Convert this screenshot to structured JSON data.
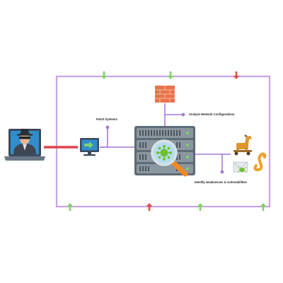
{
  "labels": {
    "patch_systems": "Patch Systems",
    "analyze_network": "Analyze Network Configurations",
    "identify_weaknesses": "Identify weaknesses & vulnerabilities"
  },
  "colors": {
    "network_line": "#c9a3e6",
    "connector_line": "#a37bd2",
    "attack_line": "#e0424f",
    "arrow_up_green": "#7ed36a",
    "arrow_down_red": "#e24a4a",
    "firewall": "#e8734a",
    "server_body": "#7c8790",
    "virus": "#6fc22f",
    "magnifier_handle": "#f08a24",
    "trojan_horse": "#e0952c",
    "worm": "#f0a12a"
  },
  "icons": {
    "hacker": "hacker-laptop-icon",
    "patch_monitor": "patch-monitor-icon",
    "firewall": "firewall-icon",
    "server": "server-rack-icon",
    "virus": "virus-icon",
    "magnifier": "magnifier-icon",
    "trojan": "trojan-horse-icon",
    "worm": "worm-icon",
    "email_bug": "email-bug-icon"
  },
  "network_arrows": [
    {
      "direction": "down",
      "color": "green"
    },
    {
      "direction": "down",
      "color": "green"
    },
    {
      "direction": "down",
      "color": "red"
    },
    {
      "direction": "up",
      "color": "green"
    },
    {
      "direction": "up",
      "color": "red"
    },
    {
      "direction": "up",
      "color": "green"
    },
    {
      "direction": "up",
      "color": "green"
    }
  ]
}
